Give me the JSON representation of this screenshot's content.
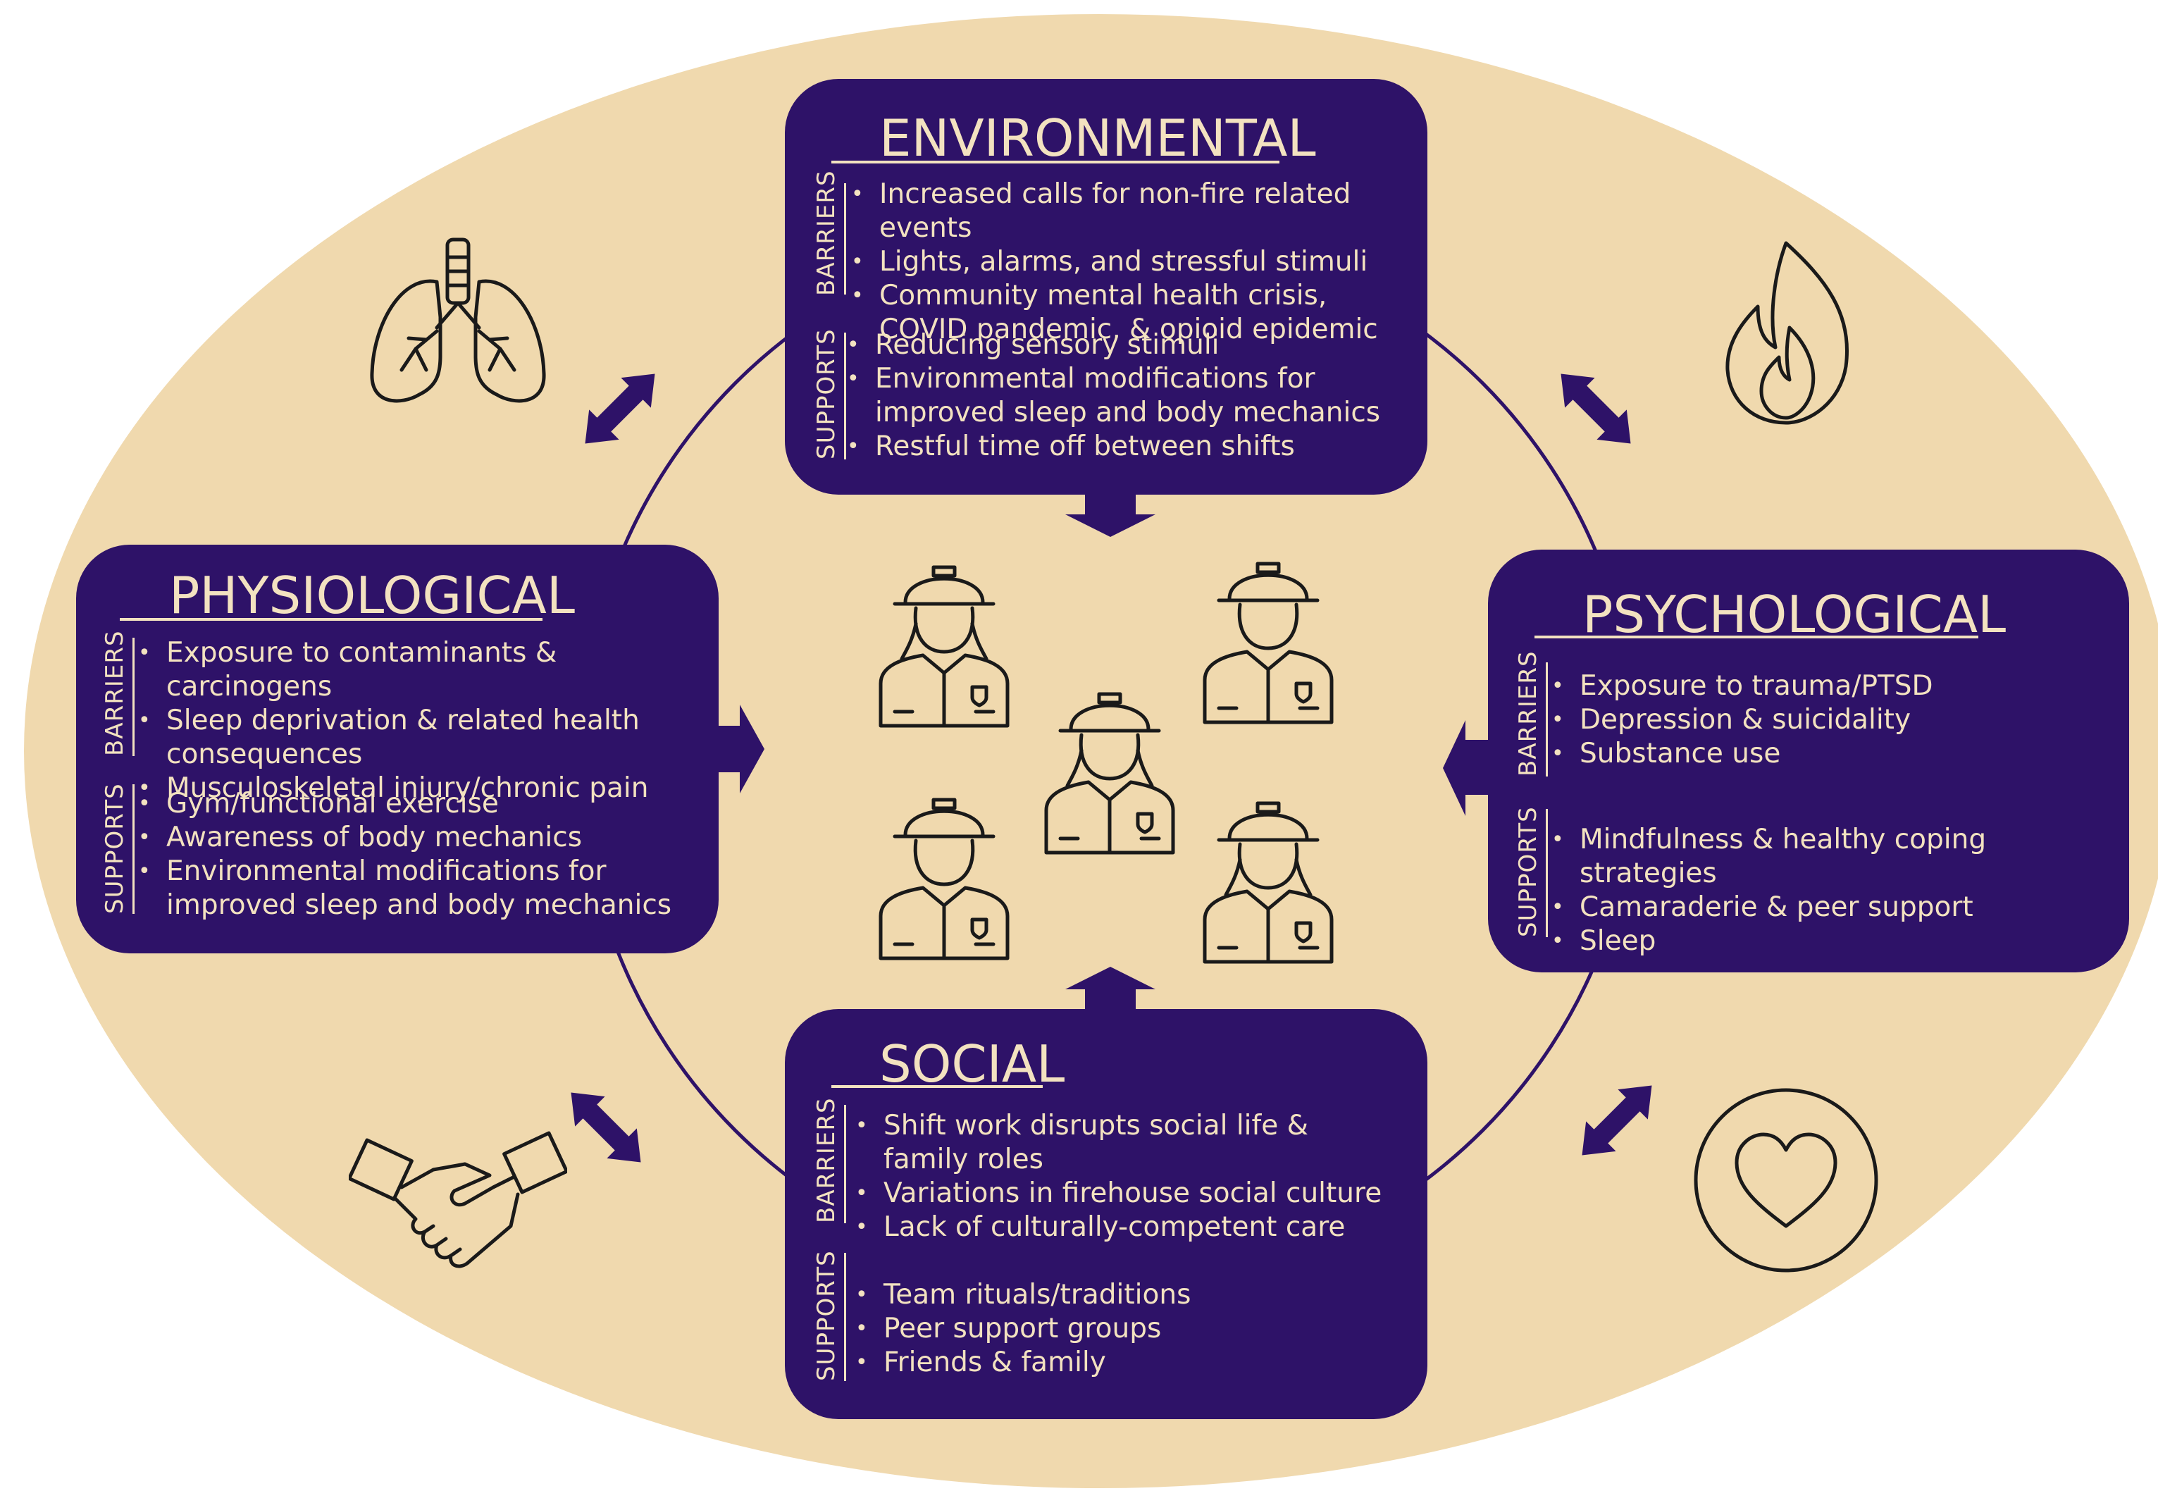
{
  "colors": {
    "background_oval": "#f0d9ae",
    "box": "#2e1268",
    "text": "#f3e2c0",
    "connector": "#2e1268",
    "icon_stroke": "#1a1a1a"
  },
  "icons": [
    "lungs-icon",
    "fire-icon",
    "handshake-icon",
    "heart-icon",
    "firefighter-icon"
  ],
  "domains": {
    "environmental": {
      "title": "ENVIRONMENTAL",
      "barriers_label": "BARRIERS",
      "supports_label": "SUPPORTS",
      "barriers": [
        "Increased calls for non-fire related events",
        "Lights, alarms, and stressful stimuli",
        "Community mental health crisis, COVID pandemic, & opioid epidemic"
      ],
      "supports": [
        "Reducing sensory stimuli",
        "Environmental modifications for improved sleep and body mechanics",
        "Restful time off between shifts"
      ]
    },
    "physiological": {
      "title": "PHYSIOLOGICAL",
      "barriers_label": "BARRIERS",
      "supports_label": "SUPPORTS",
      "barriers": [
        "Exposure to contaminants & carcinogens",
        "Sleep deprivation & related health consequences",
        "Musculoskeletal injury/chronic pain"
      ],
      "supports": [
        "Gym/functional exercise",
        "Awareness of body mechanics",
        "Environmental modifications for improved sleep and body mechanics"
      ]
    },
    "psychological": {
      "title": "PSYCHOLOGICAL",
      "barriers_label": "BARRIERS",
      "supports_label": "SUPPORTS",
      "barriers": [
        "Exposure to trauma/PTSD",
        "Depression & suicidality",
        "Substance use"
      ],
      "supports": [
        "Mindfulness & healthy coping strategies",
        "Camaraderie & peer support",
        "Sleep"
      ]
    },
    "social": {
      "title": "SOCIAL",
      "barriers_label": "BARRIERS",
      "supports_label": "SUPPORTS",
      "barriers": [
        "Shift work disrupts social life & family roles",
        "Variations in firehouse social culture",
        "Lack of culturally-competent care"
      ],
      "supports": [
        "Team rituals/traditions",
        "Peer support groups",
        "Friends & family"
      ]
    }
  }
}
